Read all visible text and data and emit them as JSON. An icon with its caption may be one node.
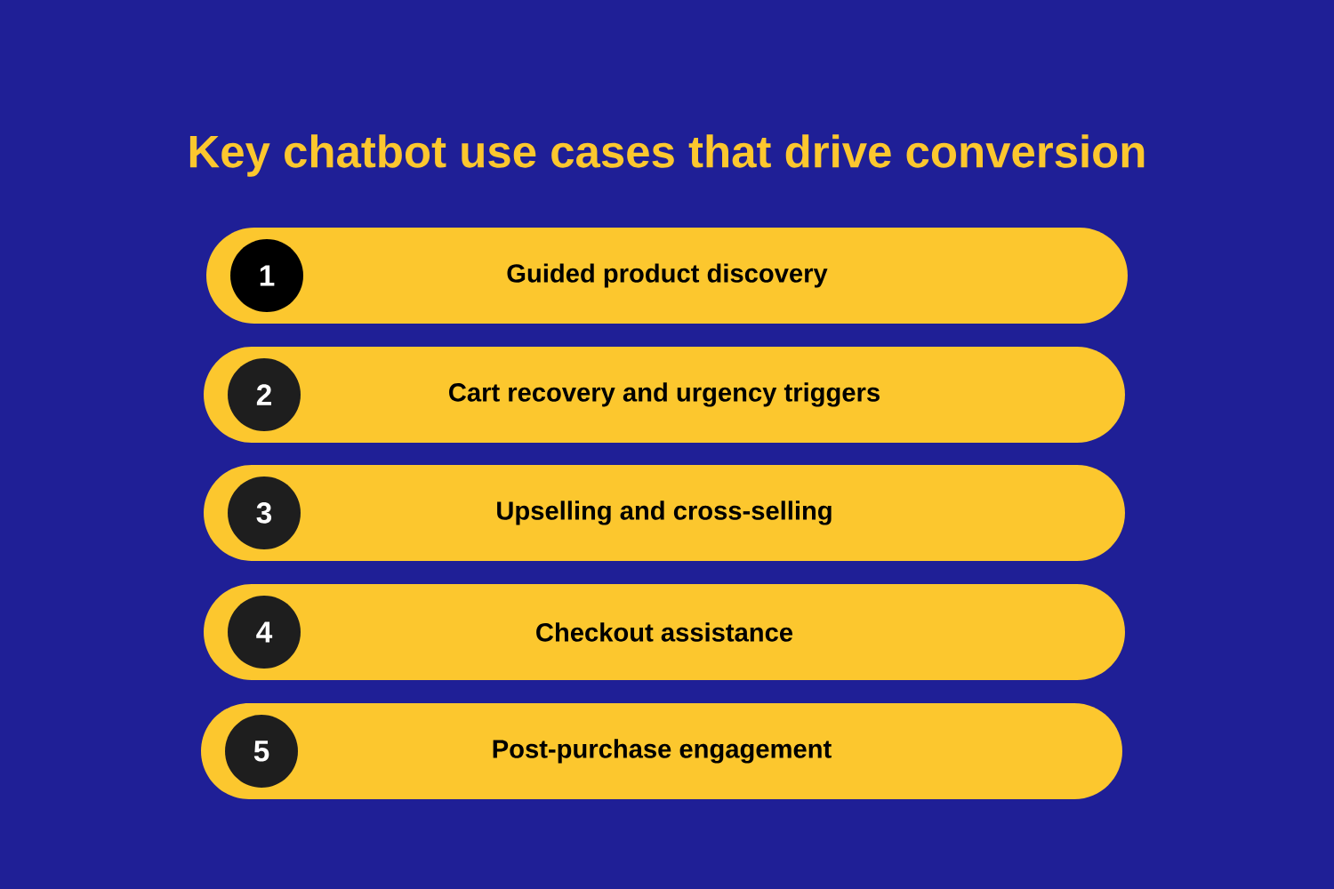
{
  "diagram": {
    "title": "Key chatbot use cases that drive conversion",
    "nodes": [
      {
        "text": [
          "Guided product discovery"
        ]
      },
      {
        "text": [
          "1"
        ],
        "in": 0
      },
      {
        "text": [
          "Cart recovery and urgency triggers"
        ]
      },
      {
        "text": [
          "2"
        ],
        "in": 2
      },
      {
        "text": [
          "Upselling and cross-selling"
        ]
      },
      {
        "text": [
          "3"
        ],
        "in": 4
      },
      {
        "text": [
          "Checkout assistance"
        ]
      },
      {
        "text": [
          "4"
        ],
        "in": 6
      },
      {
        "text": [
          "Post-purchase engagement"
        ]
      },
      {
        "text": [
          "5"
        ],
        "in": 8
      }
    ]
  }
}
